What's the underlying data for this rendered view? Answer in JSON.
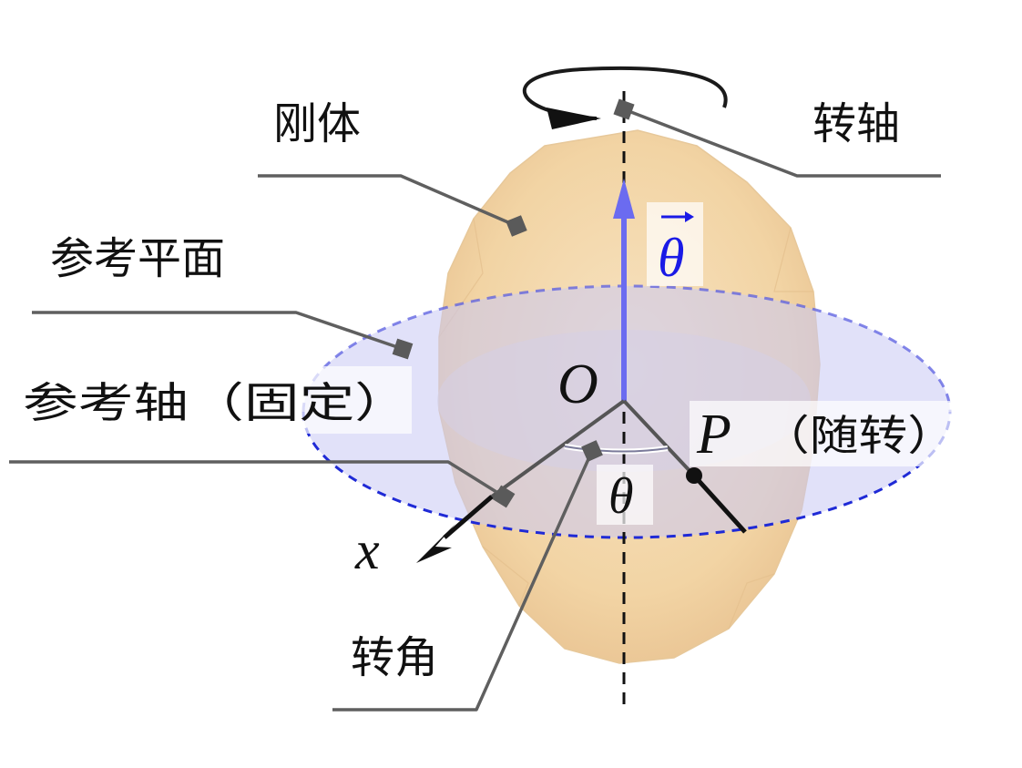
{
  "labels": {
    "rigid_body": "刚体",
    "rotation_axis": "转轴",
    "reference_plane": "参考平面",
    "reference_axis": "参考轴（固定）",
    "point_label": "P",
    "point_note": "（随转）",
    "rotation_angle": "转角",
    "origin": "O",
    "x_axis": "x",
    "angle_symbol": "θ",
    "angular_vector_symbol": "θ"
  },
  "colors": {
    "body_fill": "#f2d6a6",
    "plane_fill": "#c9c9f4",
    "plane_edge": "#1f2ad6",
    "angular_vector": "#6b6bf0",
    "angular_label": "#1a1ae6",
    "leader_line": "#5f5f5f",
    "axis_line": "#111111"
  }
}
